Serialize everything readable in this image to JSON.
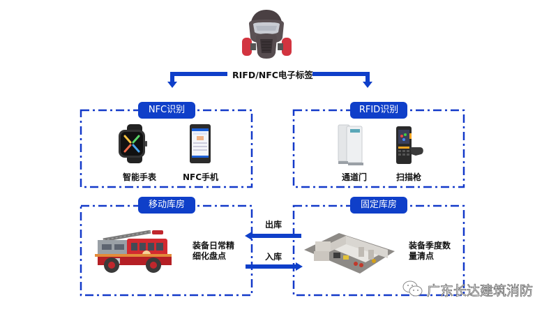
{
  "top": {
    "mask_icon": "gas-mask-icon",
    "tag_label": "RIFD/NFC电子标签"
  },
  "nfc_group": {
    "title": "NFC识别",
    "items": [
      {
        "label": "智能手表",
        "icon": "smartwatch-icon"
      },
      {
        "label": "NFC手机",
        "icon": "nfc-phone-icon"
      }
    ]
  },
  "rfid_group": {
    "title": "RFID识别",
    "items": [
      {
        "label": "通道门",
        "icon": "rfid-gate-icon"
      },
      {
        "label": "扫描枪",
        "icon": "scanner-gun-icon"
      }
    ]
  },
  "mobile_store": {
    "title": "移动库房",
    "icon": "fire-truck-icon",
    "desc_line1": "装备日常精",
    "desc_line2": "细化盘点"
  },
  "fixed_store": {
    "title": "固定库房",
    "icon": "warehouse-icon",
    "desc_line1": "装备季度数",
    "desc_line2": "量清点"
  },
  "flows": {
    "out_label": "出库",
    "in_label": "入库"
  },
  "watermark": {
    "text": "广东长达建筑消防",
    "icon": "wechat-icon"
  },
  "colors": {
    "accent": "#0f3fc9"
  }
}
